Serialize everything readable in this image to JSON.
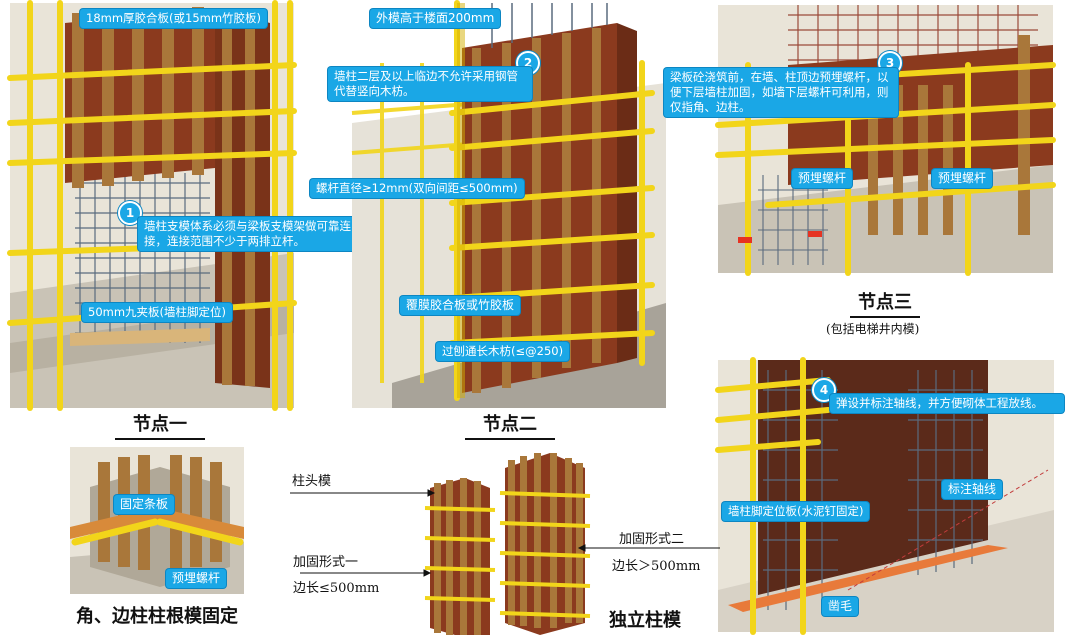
{
  "node1": {
    "badge": "1",
    "callouts": {
      "plywood": "18mm厚胶合板(或15mm竹胶板)",
      "support": "墙柱支模体系必须与梁板支模架做可靠连接，连接范围不少于两排立杆。",
      "plank": "50mm九夹板(墙柱脚定位)"
    },
    "caption": "节点一"
  },
  "node2": {
    "badge": "2",
    "callouts": {
      "outer": "外模高于楼面200mm",
      "second": "墙柱二层及以上临边不允许采用钢管代替竖向木枋。",
      "bolt": "螺杆直径≥12mm(双向间距≤500mm)",
      "film": "覆膜胶合板或竹胶板",
      "timber": "过刨通长木枋(≤@250)"
    },
    "caption": "节点二"
  },
  "node3": {
    "badge": "3",
    "callouts": {
      "pre": "梁板砼浇筑前，在墙、柱顶边预埋螺杆，以便下层墙柱加固，如墙下层螺杆可利用，则仅指角、边柱。",
      "bolt_a": "预埋螺杆",
      "bolt_b": "预埋螺杆"
    },
    "caption": "节点三",
    "subcaption": "(包括电梯井内模)"
  },
  "node4": {
    "badge": "4",
    "callouts": {
      "axis": "弹设并标注轴线，并方便砌体工程放线。",
      "mark": "标注轴线",
      "foot": "墙柱脚定位板(水泥钉固定)",
      "rough": "凿毛"
    }
  },
  "corner": {
    "callouts": {
      "strip": "固定条板",
      "bolt": "预埋螺杆"
    },
    "caption": "角、边柱柱根模固定"
  },
  "column": {
    "labels": {
      "head": "柱头模",
      "form1": "加固形式一",
      "side1": "边长≤500mm",
      "form2": "加固形式二",
      "side2": "边长＞500mm"
    },
    "caption": "独立柱模"
  },
  "colors": {
    "callout_blue": "#1aa7e6",
    "yellow_pipe": "#f2d51a",
    "timber": "#a9773a",
    "formwork_red": "#8b3a1e",
    "rebar": "#5a6b7e",
    "slab": "#c9c3b6"
  }
}
